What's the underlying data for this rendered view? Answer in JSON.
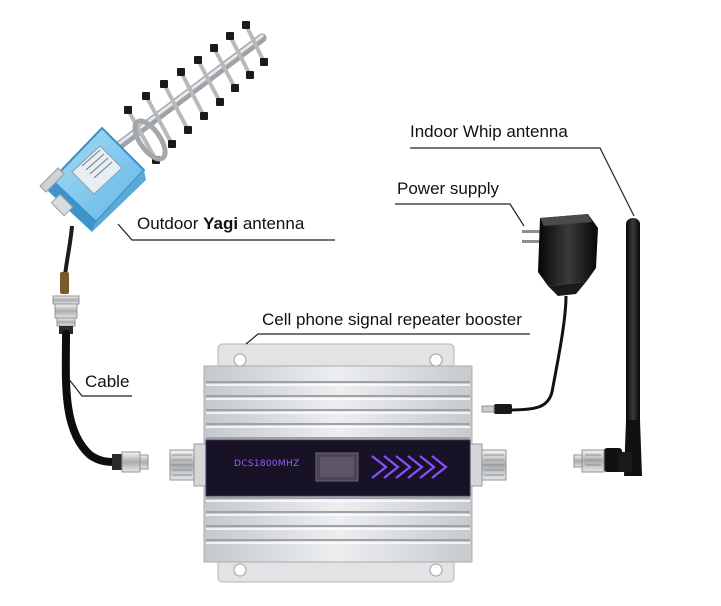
{
  "labels": {
    "outdoor_antenna_pre": "Outdoor ",
    "outdoor_antenna_mid": "Yagi",
    "outdoor_antenna_post": " antenna",
    "cable": "Cable",
    "booster": "Cell phone signal repeater booster",
    "power_supply": "Power supply",
    "indoor_antenna": "Indoor Whip antenna"
  },
  "device": {
    "lcd_text": "DCS1800MHZ"
  },
  "colors": {
    "antenna_plate": "#7ec9f0",
    "metal": "#c9ccd0",
    "booster_body": "#d7d9dc",
    "lcd_panel": "#1a1530",
    "lcd_accent": "#8a4dff",
    "cable": "#111111"
  }
}
